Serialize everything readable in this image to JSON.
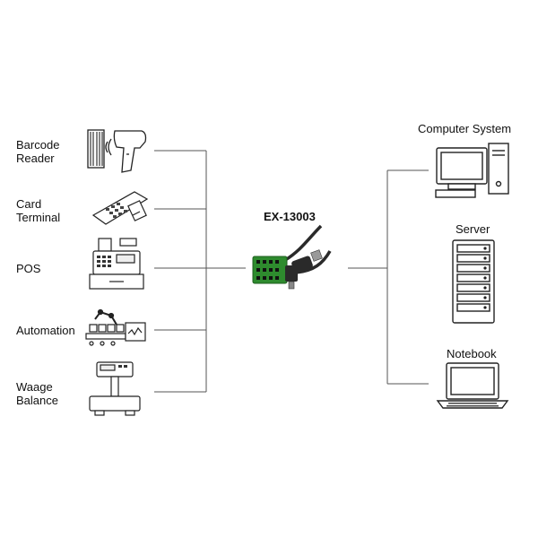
{
  "left_devices": [
    {
      "line1": "Barcode",
      "line2": "Reader",
      "icon": "barcode-reader-icon"
    },
    {
      "line1": "Card",
      "line2": "Terminal",
      "icon": "card-terminal-icon"
    },
    {
      "line1": "POS",
      "line2": "",
      "icon": "pos-icon"
    },
    {
      "line1": "Automation",
      "line2": "",
      "icon": "automation-icon"
    },
    {
      "line1": "Waage",
      "line2": "Balance",
      "icon": "scale-icon"
    }
  ],
  "product": {
    "label": "EX-13003",
    "icon": "usb-serial-adapter-icon",
    "terminal_color": "#2e8b2e"
  },
  "right_devices": [
    {
      "label": "Computer System",
      "icon": "desktop-computer-icon"
    },
    {
      "label": "Server",
      "icon": "server-rack-icon"
    },
    {
      "label": "Notebook",
      "icon": "laptop-icon"
    }
  ]
}
